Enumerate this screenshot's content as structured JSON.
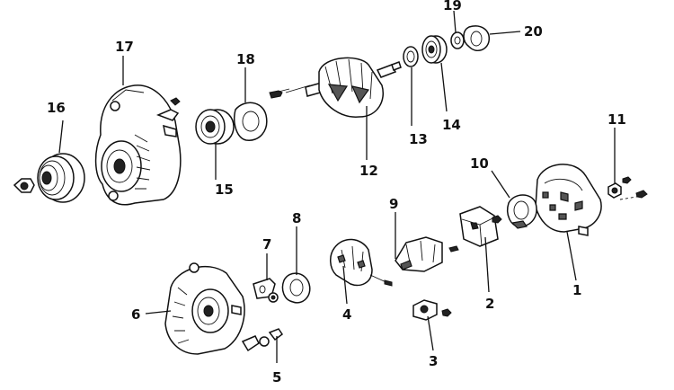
{
  "diagram": {
    "parts": [
      {
        "number": "1"
      },
      {
        "number": "2"
      },
      {
        "number": "3"
      },
      {
        "number": "4"
      },
      {
        "number": "5"
      },
      {
        "number": "6"
      },
      {
        "number": "7"
      },
      {
        "number": "8"
      },
      {
        "number": "9"
      },
      {
        "number": "10"
      },
      {
        "number": "11"
      },
      {
        "number": "12"
      },
      {
        "number": "13"
      },
      {
        "number": "14"
      },
      {
        "number": "15"
      },
      {
        "number": "16"
      },
      {
        "number": "17"
      },
      {
        "number": "18"
      },
      {
        "number": "19"
      },
      {
        "number": "20"
      }
    ]
  }
}
